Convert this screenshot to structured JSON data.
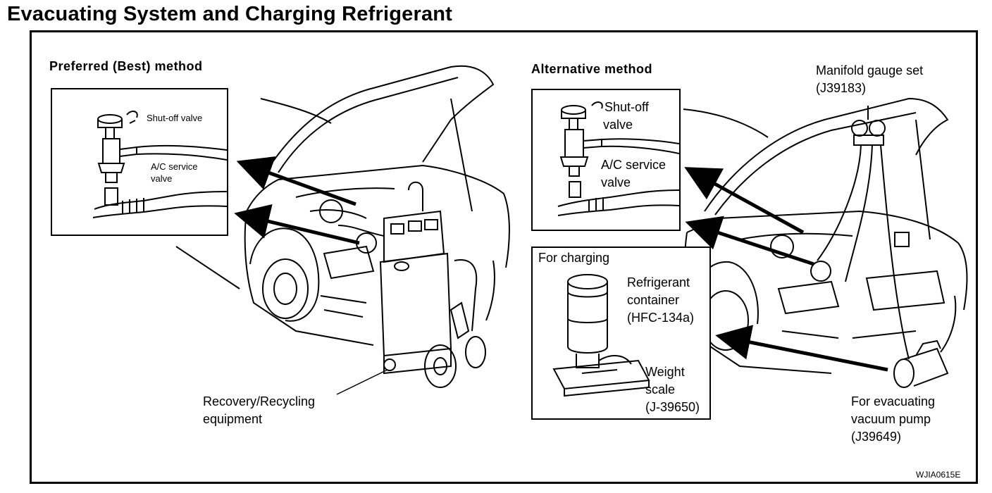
{
  "title": "Evacuating System and Charging Refrigerant",
  "preferred": {
    "heading": "Preferred (Best) method",
    "shutoff": "Shut-off valve",
    "service_line1": "A/C service",
    "service_line2": "valve",
    "equipment_line1": "Recovery/Recycling",
    "equipment_line2": "equipment"
  },
  "alternative": {
    "heading": "Alternative method",
    "shutoff_line1": "Shut-off",
    "shutoff_line2": "valve",
    "service_line1": "A/C service",
    "service_line2": "valve",
    "manifold_line1": "Manifold gauge set",
    "manifold_line2": "(J39183)",
    "charging_heading": "For charging",
    "container_line1": "Refrigerant",
    "container_line2": "container",
    "container_line3": "(HFC-134a)",
    "scale_line1": "Weight",
    "scale_line2": "scale",
    "scale_line3": "(J-39650)",
    "pump_line1": "For evacuating",
    "pump_line2": "vacuum pump",
    "pump_line3": "(J39649)"
  },
  "figure_code": "WJIA0615E"
}
